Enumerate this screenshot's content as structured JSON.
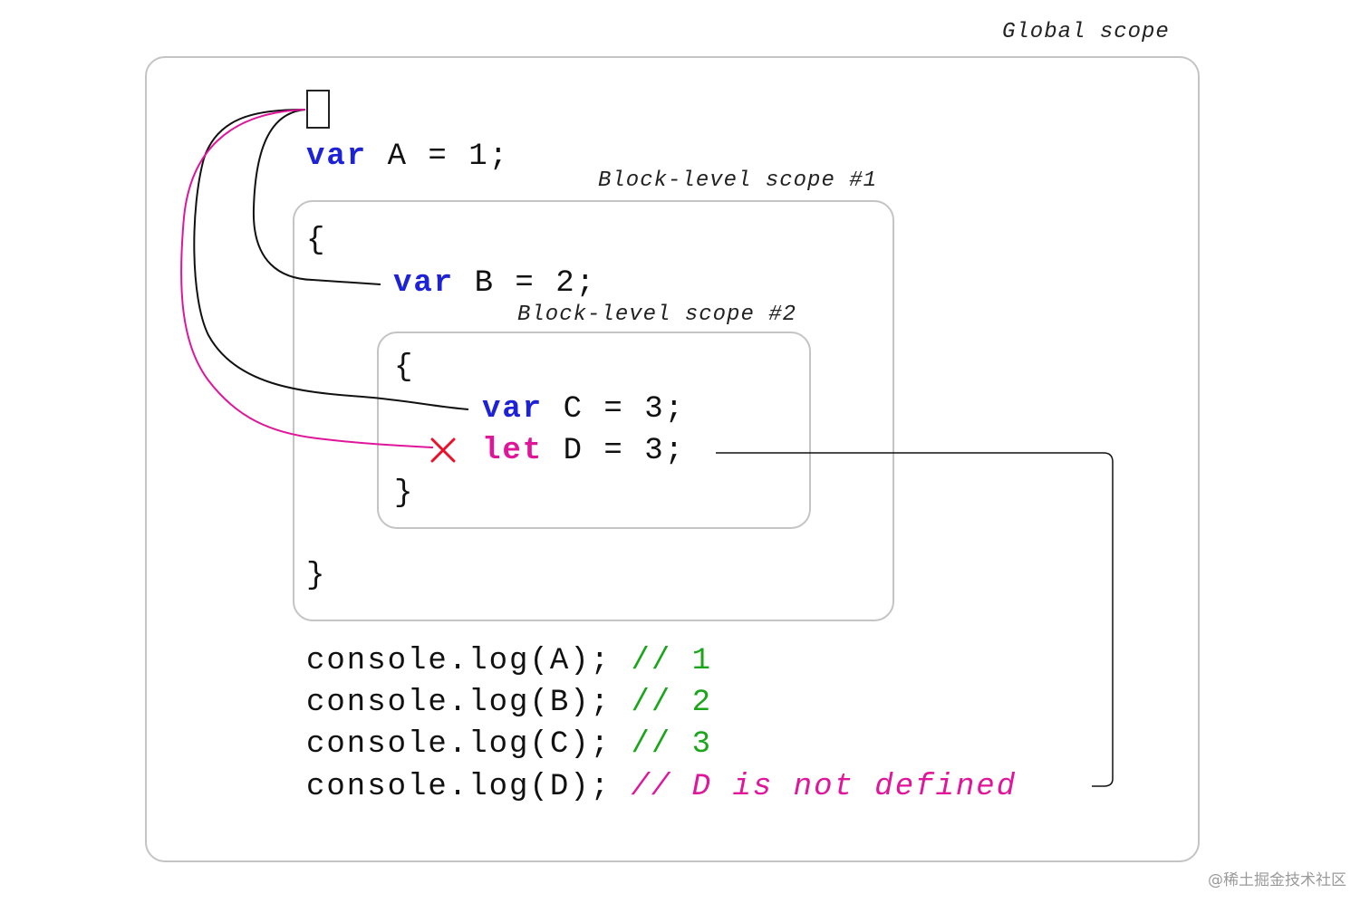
{
  "scopes": {
    "global": "Global scope",
    "block1": "Block-level scope #1",
    "block2": "Block-level scope #2"
  },
  "code": {
    "line_a": {
      "keyword": "var",
      "rest": " A = 1;"
    },
    "open_brace_1": "{",
    "line_b": {
      "keyword": "var",
      "rest": " B = 2;"
    },
    "open_brace_2": "{",
    "line_c": {
      "keyword": "var",
      "rest": " C = 3;"
    },
    "line_d": {
      "keyword": "let",
      "rest": " D = 3;"
    },
    "close_brace_2": "}",
    "close_brace_1": "}",
    "logs": [
      {
        "call": "console.log(A); ",
        "comment": "// 1"
      },
      {
        "call": "console.log(B); ",
        "comment": "// 2"
      },
      {
        "call": "console.log(C); ",
        "comment": "// 3"
      },
      {
        "call": "console.log(D); ",
        "comment": "// D is not defined"
      }
    ]
  },
  "colors": {
    "keyword_var": "#1e22d6",
    "keyword_let": "#e0169a",
    "comment_ok": "#1aa51a",
    "comment_error": "#e0169a",
    "box_border": "#c4c4c4"
  },
  "watermark": "@稀土掘金技术社区"
}
